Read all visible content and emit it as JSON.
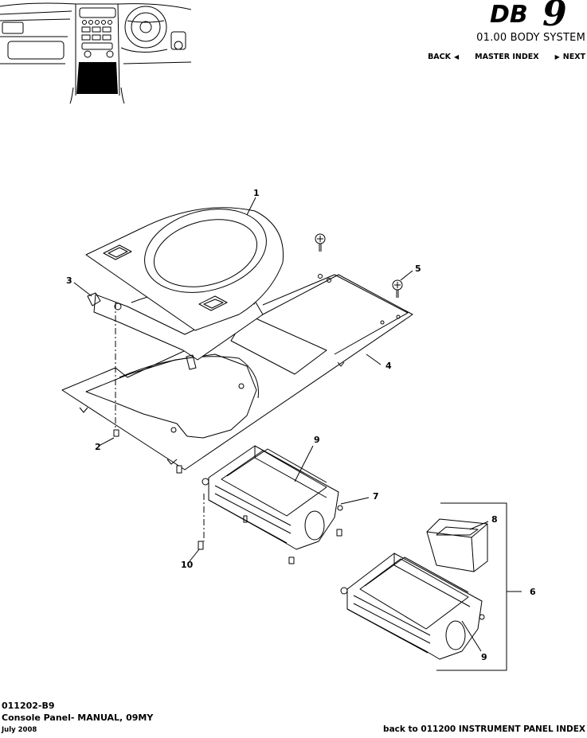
{
  "header": {
    "brand": "DB9",
    "brand_prefix": "DB",
    "brand_numeral": "9",
    "section_title": "01.00 BODY SYSTEM",
    "nav": {
      "back_label": "BACK",
      "master_index_label": "MASTER INDEX",
      "next_label": "NEXT"
    }
  },
  "diagram": {
    "callouts": [
      "1",
      "2",
      "3",
      "4",
      "5",
      "6",
      "7",
      "8",
      "9",
      "9",
      "10"
    ]
  },
  "footer": {
    "part_code": "011202-B9",
    "part_title": "Console Panel- MANUAL, 09MY",
    "date": "July 2008",
    "back_link": "back to 011200 INSTRUMENT PANEL INDEX"
  }
}
